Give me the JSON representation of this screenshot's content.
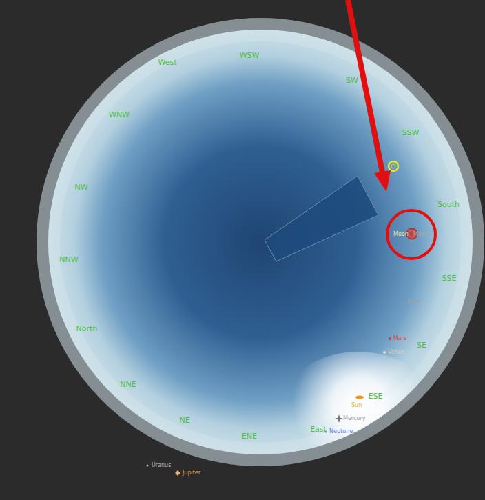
{
  "diagram": {
    "labels": [
      "West",
      "WSW",
      "SW",
      "SSW",
      "South",
      "SSE",
      "SE",
      "ESE",
      "East",
      "ENE",
      "NE",
      "NNE",
      "North",
      "NNW",
      "NW",
      "WNW",
      "Moon",
      "Moon",
      "Pluto",
      "Mars",
      "Venus",
      "Sun",
      "Mercury",
      "Neptune",
      "Uranus",
      "Jupiter"
    ]
  }
}
